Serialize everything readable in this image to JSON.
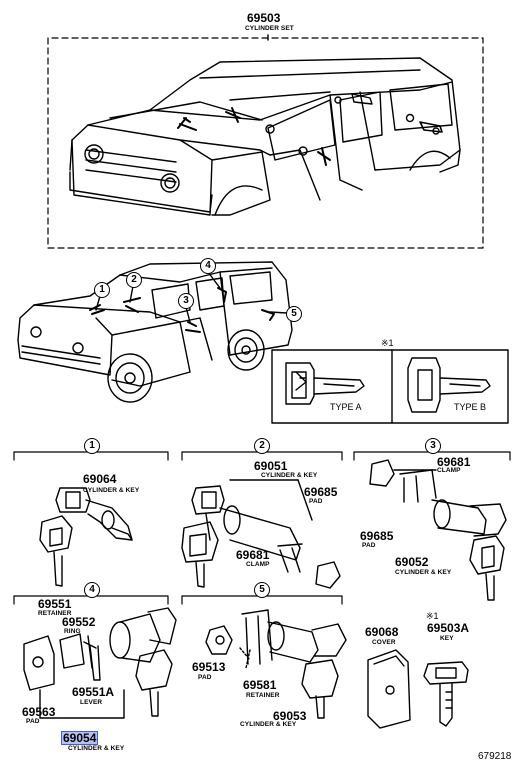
{
  "top_set": {
    "part_no": "69503",
    "desc": "CYLINDER SET"
  },
  "callouts": [
    "1",
    "2",
    "3",
    "4",
    "5"
  ],
  "key_note": {
    "mark": "※1",
    "type_a": "TYPE A",
    "type_b": "TYPE B"
  },
  "sections": {
    "s1": {
      "no": "1",
      "parts": [
        {
          "no": "69064",
          "desc": "CYLINDER & KEY"
        }
      ]
    },
    "s2": {
      "no": "2",
      "parts": [
        {
          "no": "69051",
          "desc": "CYLINDER & KEY"
        },
        {
          "no": "69685",
          "desc": "PAD"
        },
        {
          "no": "69681",
          "desc": "CLAMP"
        }
      ]
    },
    "s3": {
      "no": "3",
      "parts": [
        {
          "no": "69681",
          "desc": "CLAMP"
        },
        {
          "no": "69685",
          "desc": "PAD"
        },
        {
          "no": "69052",
          "desc": "CYLINDER & KEY"
        }
      ]
    },
    "s4": {
      "no": "4",
      "parts": [
        {
          "no": "69551",
          "desc": "RETAINER"
        },
        {
          "no": "69552",
          "desc": "RING"
        },
        {
          "no": "69551A",
          "desc": "LEVER"
        },
        {
          "no": "69563",
          "desc": "PAD"
        },
        {
          "no": "69054",
          "desc": "CYLINDER & KEY"
        }
      ]
    },
    "s5": {
      "no": "5",
      "parts": [
        {
          "no": "69513",
          "desc": "PAD"
        },
        {
          "no": "69581",
          "desc": "RETAINER"
        },
        {
          "no": "69053",
          "desc": "CYLINDER & KEY"
        }
      ]
    },
    "cover": {
      "no": "69068",
      "desc": "COVER"
    },
    "key": {
      "mark": "※1",
      "no": "69503A",
      "desc": "KEY"
    }
  },
  "diagram_id": "679218",
  "highlight_color": "#b8c0f0"
}
